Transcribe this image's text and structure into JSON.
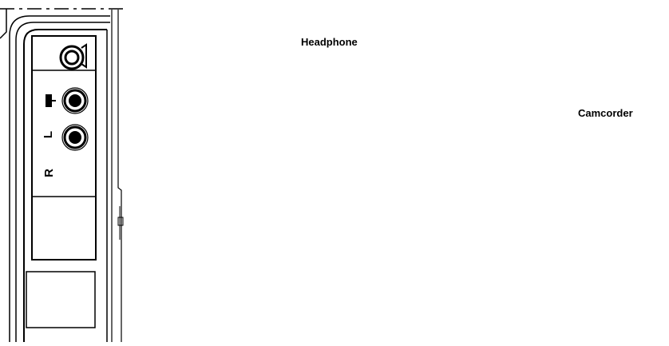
{
  "labels": {
    "headphone": "Headphone",
    "camcorder": "Camcorder"
  },
  "panel": {
    "jack_labels": {
      "left": "L",
      "right": "R"
    }
  },
  "icons": {
    "headphone_jack": "headphone-symbol-icon",
    "video_jack": "video-symbol-icon",
    "audio_jack": "audio-symbol-icon",
    "power": "power-switch-icon"
  }
}
